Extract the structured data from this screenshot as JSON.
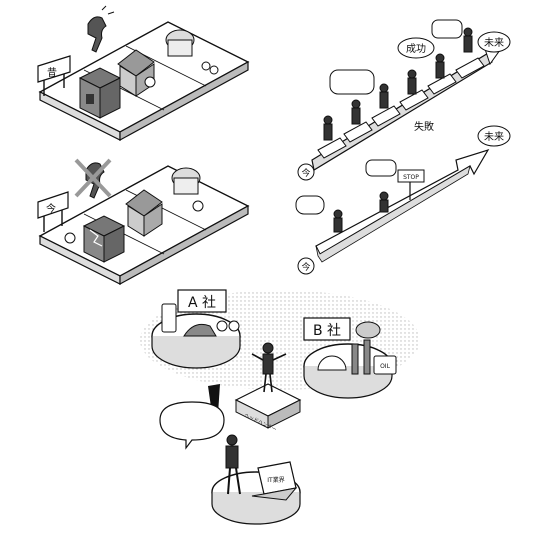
{
  "panel_old_story": {
    "sign_label": "昔"
  },
  "panel_new_story": {
    "sign_label": "今"
  },
  "growth_chart": {
    "success_label": "成功",
    "future_label": "未来",
    "failure_label": "失敗",
    "now_label": "今"
  },
  "failure_chart": {
    "future_label": "未来",
    "now_label": "今",
    "stop_sign": "STOP"
  },
  "companies": {
    "company_a": "A 社",
    "company_b": "B 社",
    "oil_label": "OIL",
    "headhunter_label": "ヘッドハンター",
    "it_label": "IT業界"
  }
}
